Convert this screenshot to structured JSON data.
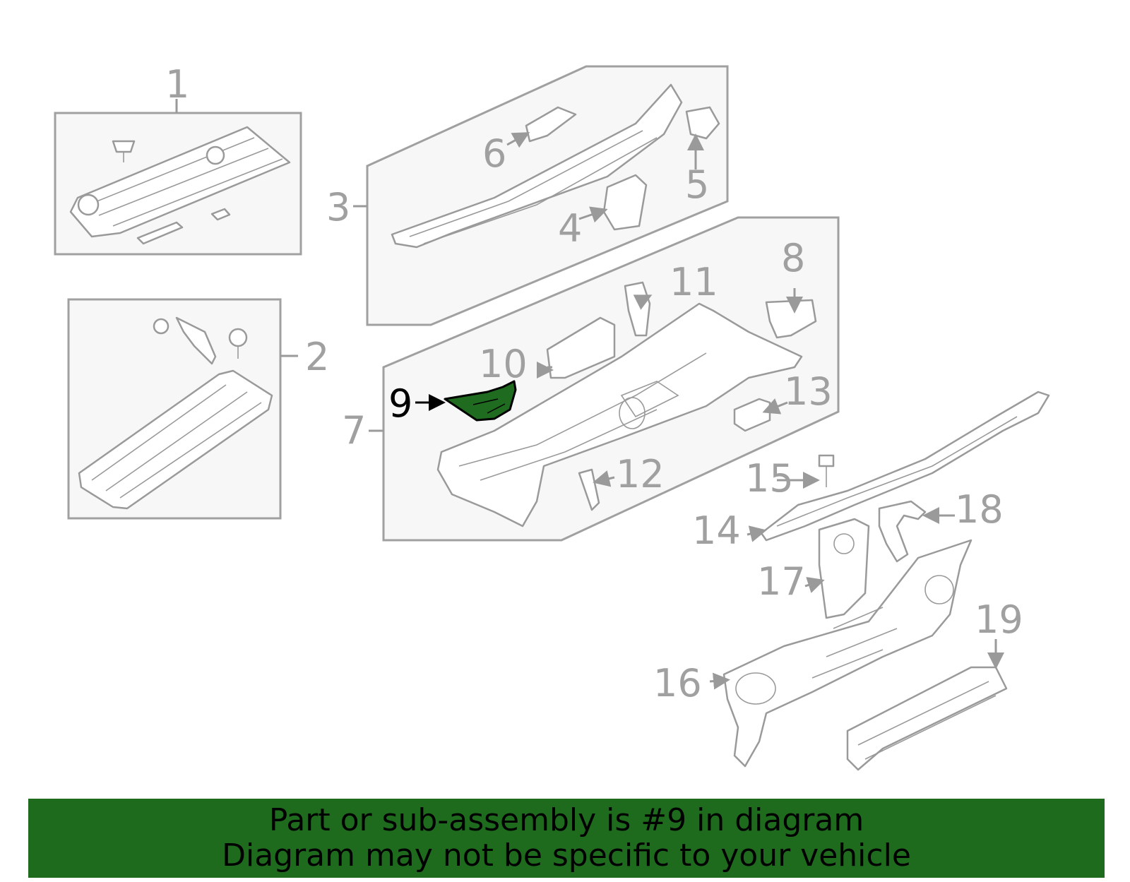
{
  "diagram": {
    "highlighted_callout": "9",
    "highlight_color": "#1e6b1e",
    "callouts": [
      "1",
      "2",
      "3",
      "4",
      "5",
      "6",
      "7",
      "8",
      "9",
      "10",
      "11",
      "12",
      "13",
      "14",
      "15",
      "16",
      "17",
      "18",
      "19"
    ]
  },
  "banner": {
    "line1": "Part or sub-assembly is #9 in diagram",
    "line2": "Diagram may not be specific to your vehicle",
    "background": "#1e6b1e"
  }
}
